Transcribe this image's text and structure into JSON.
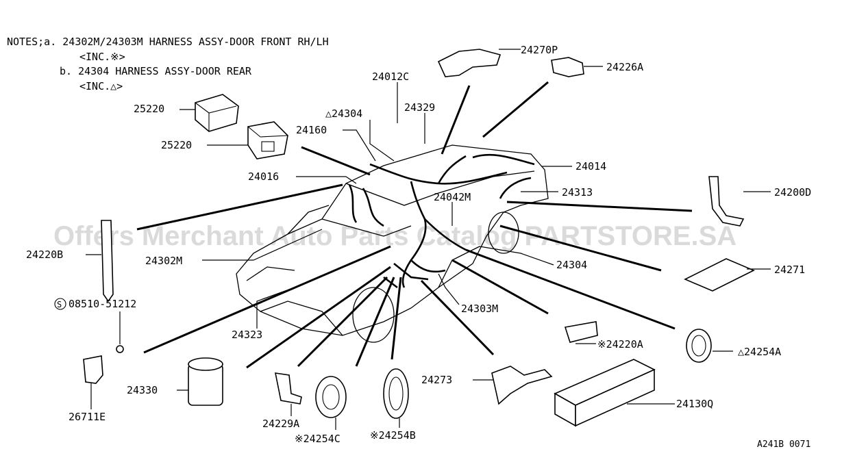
{
  "notes": {
    "line1": "NOTES;a. 24302M/24303M HARNESS ASSY-DOOR FRONT RH/LH",
    "line2": "<INC.※>",
    "line3": "b. 24304 HARNESS ASSY-DOOR REAR",
    "line4": "<INC.△>"
  },
  "watermark": "Offers Merchant Auto Parts Catalog PARTSTORE.SA",
  "diagram_code": "A241B 0071",
  "labels": {
    "p24270P": "24270P",
    "p24226A": "24226A",
    "p24012C": "24012C",
    "p24329": "24329",
    "p24304b": "△24304",
    "p25220a": "25220",
    "p25220b": "25220",
    "p24160": "24160",
    "p24014": "24014",
    "p24016": "24016",
    "p24313": "24313",
    "p24042M": "24042M",
    "p24200D": "24200D",
    "p24220B": "24220B",
    "p24302M": "24302M",
    "p24304": "24304",
    "p24271": "24271",
    "p08510": "08510-51212",
    "p24303M": "24303M",
    "p24323": "24323",
    "p24220A": "※24220A",
    "p24254A": "△24254A",
    "p24330": "24330",
    "p24273": "24273",
    "p24130Q": "24130Q",
    "p26711E": "26711E",
    "p24229A": "24229A",
    "p24254C": "※24254C",
    "p24254B": "※24254B"
  }
}
